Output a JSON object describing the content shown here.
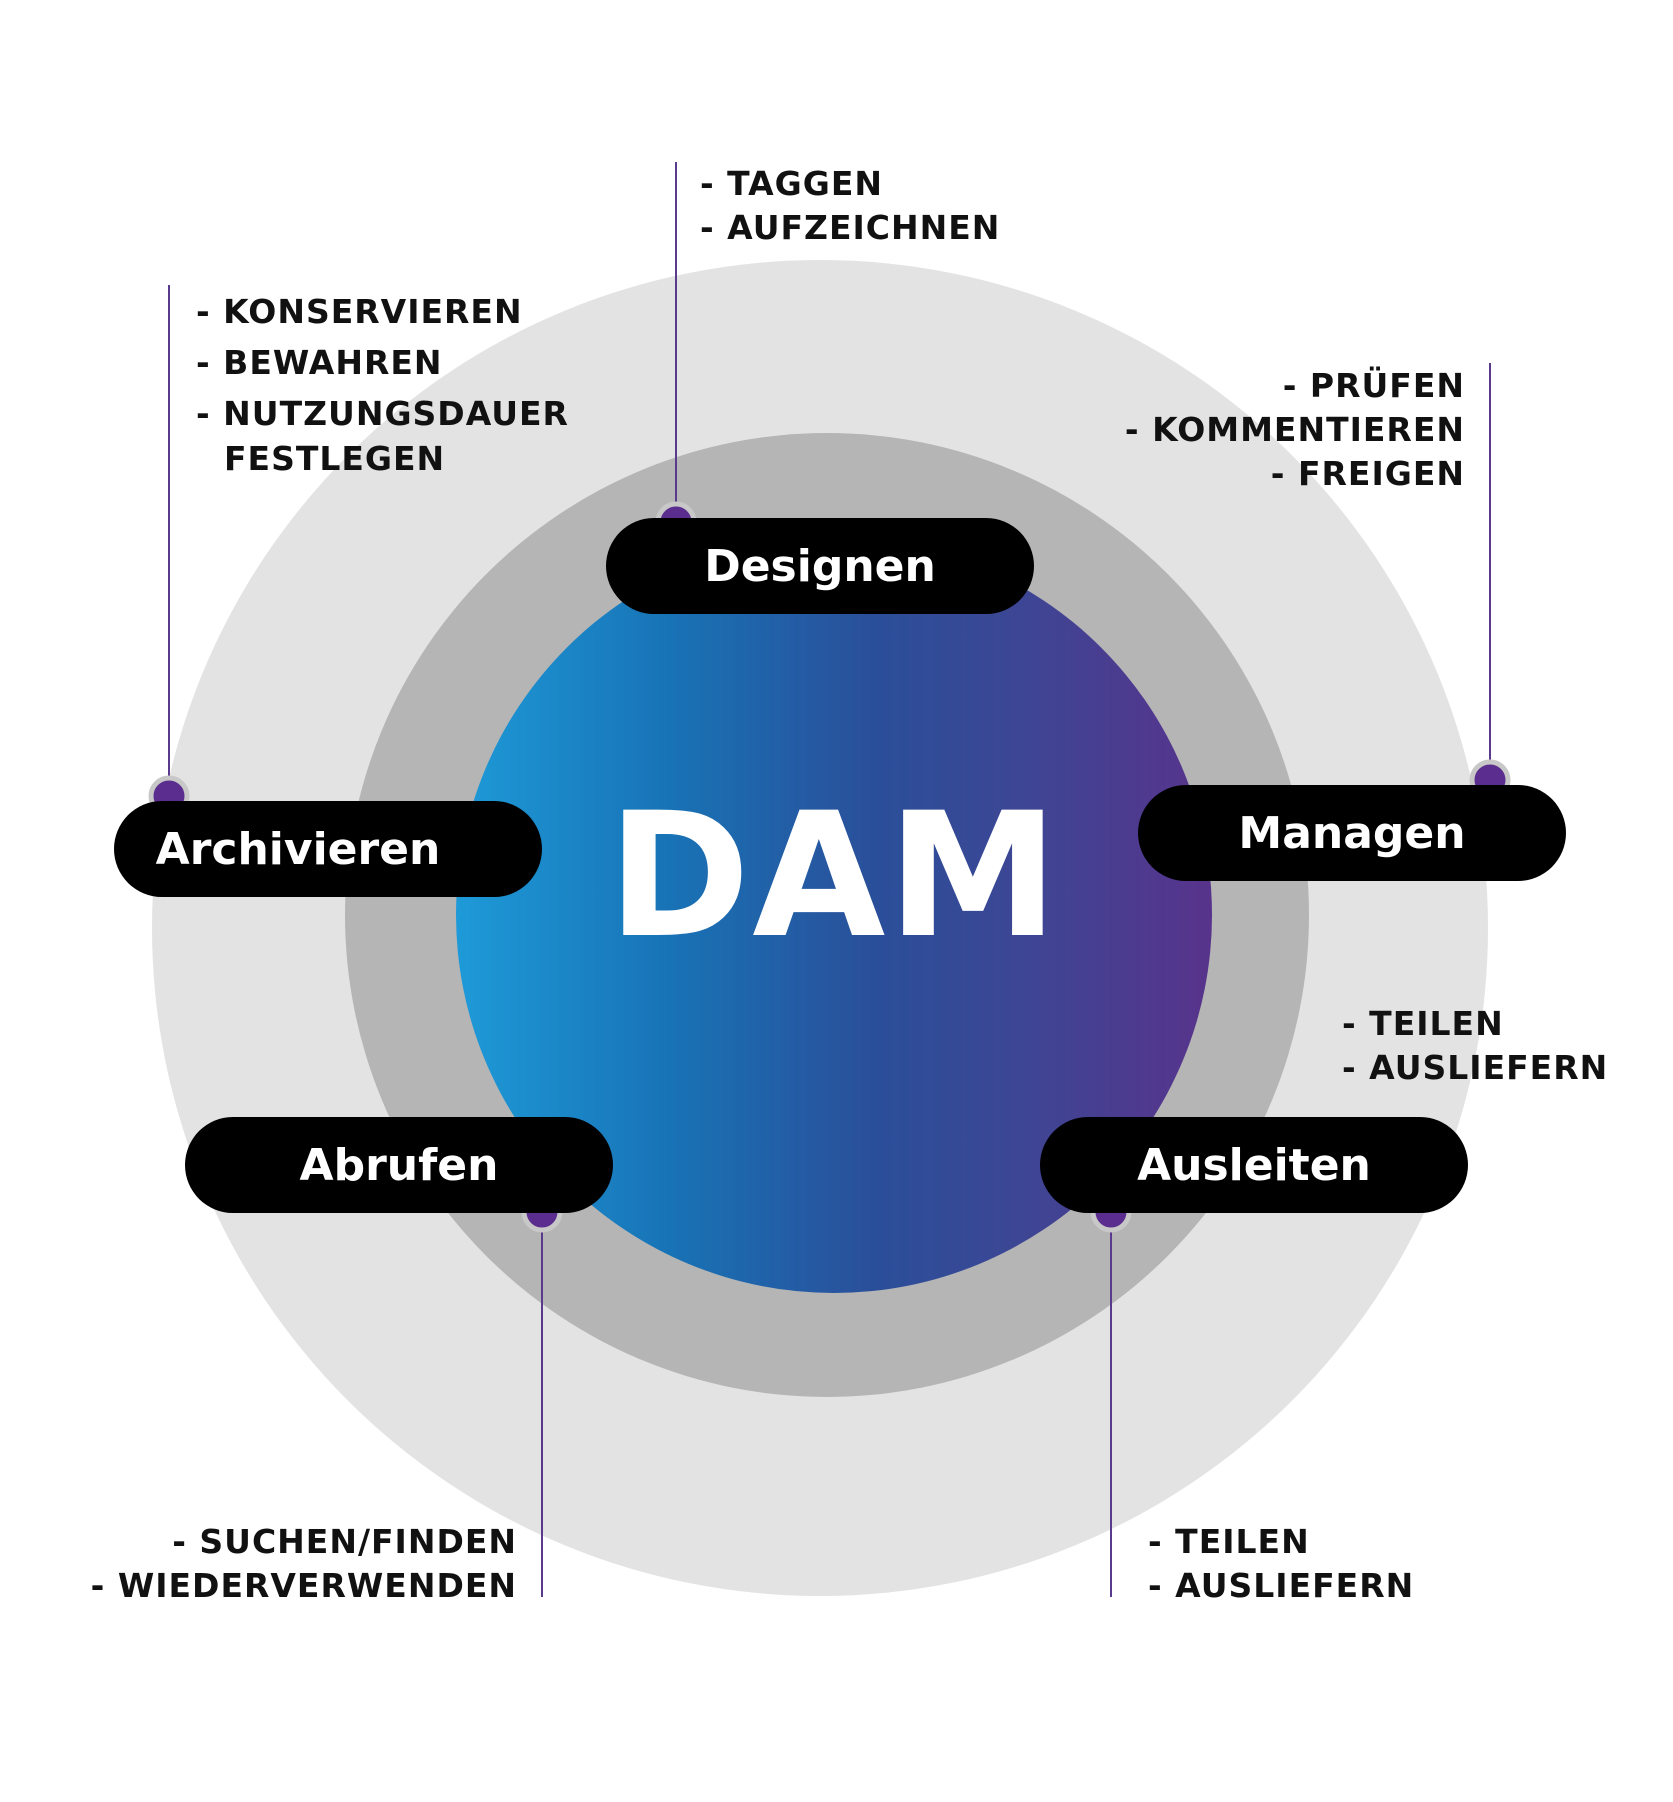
{
  "diagram": {
    "center_label": "DAM",
    "stages": {
      "designen": {
        "label": "Designen",
        "notes": [
          "- TAGGEN",
          "- AUFZEICHNEN"
        ]
      },
      "managen": {
        "label": "Managen",
        "notes": [
          "- PRÜFEN",
          "- KOMMENTIEREN",
          "- FREIGEN"
        ]
      },
      "ausleiten": {
        "label": "Ausleiten",
        "side_notes": [
          "- TEILEN",
          "- AUSLIEFERN"
        ],
        "notes": [
          "- TEILEN",
          "- AUSLIEFERN"
        ]
      },
      "abrufen": {
        "label": "Abrufen",
        "notes": [
          "- SUCHEN/FINDEN",
          "- WIEDERVERWENDEN"
        ]
      },
      "archivieren": {
        "label": "Archivieren",
        "notes": [
          "- KONSERVIEREN",
          "- BEWAHREN",
          "- NUTZUNGSDAUER",
          "FESTLEGEN"
        ]
      }
    },
    "colors": {
      "outer_ring": "#e3e3e3",
      "middle_ring": "#b5b5b5",
      "core_gradient_start": "#1e9ad8",
      "core_gradient_end": "#58338c",
      "pill": "#000000",
      "connector_line": "#5a3a8c",
      "connector_dot": "#5b2d8e"
    }
  }
}
